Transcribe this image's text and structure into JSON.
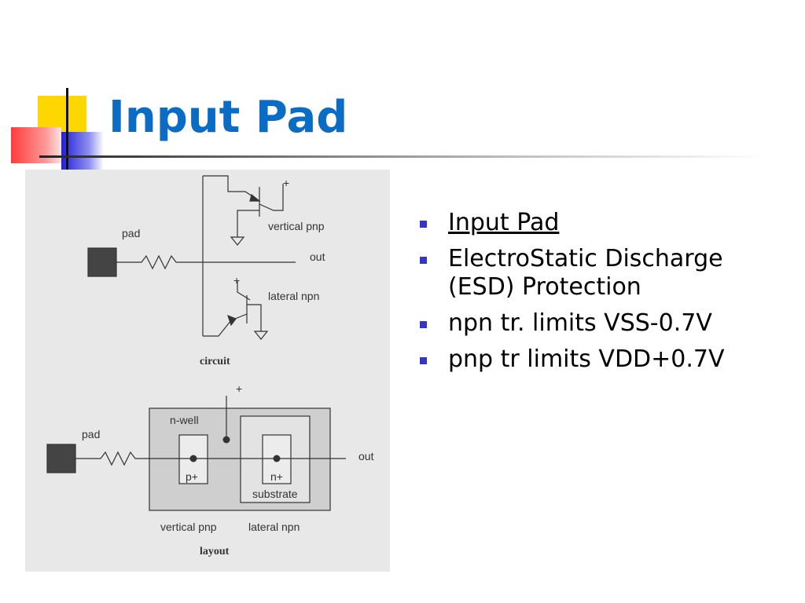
{
  "slide": {
    "title": "Input Pad",
    "bullets": [
      "Input Pad",
      "ElectroStatic Discharge (ESD) Protection",
      "npn tr. limits VSS-0.7V",
      "pnp tr limits VDD+0.7V"
    ]
  },
  "figure": {
    "circuit": {
      "pad_label": "pad",
      "out_label": "out",
      "plus_top": "+",
      "plus_bottom": "+",
      "vertical_pnp_label": "vertical pnp",
      "lateral_npn_label": "lateral npn",
      "caption": "circuit"
    },
    "layout": {
      "pad_label": "pad",
      "out_label": "out",
      "plus": "+",
      "nwell_label": "n-well",
      "p_plus_label": "p+",
      "n_plus_label": "n+",
      "substrate_label": "substrate",
      "vertical_pnp_label": "vertical pnp",
      "lateral_npn_label": "lateral npn",
      "caption": "layout"
    }
  },
  "colors": {
    "title": "#0a6cc4",
    "bullet": "#3535c5",
    "figure_bg": "#e8e8e8"
  }
}
